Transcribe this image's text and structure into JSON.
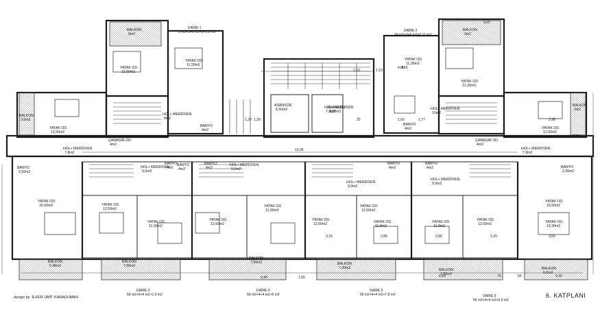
{
  "credit": "design by: İLKER ÜMİT KARADUMAN",
  "sheet_title": "6. KATPLANI",
  "rooms": [
    {
      "id": "r1",
      "name": "BALKON",
      "area": "9m2"
    },
    {
      "id": "r2",
      "name": "YATAK OD.",
      "area": "12,50m2"
    },
    {
      "id": "r3",
      "name": "YATAK OD.",
      "area": "11,50m2"
    },
    {
      "id": "r4",
      "name": "BANYO",
      "area": "4m2"
    },
    {
      "id": "r5",
      "name": "HOL+ MERDİVEN",
      "area": "8m2"
    },
    {
      "id": "r6",
      "name": "BALKON",
      "area": "3,0m2"
    },
    {
      "id": "r7",
      "name": "YATAK OD.",
      "area": "12,50m2"
    },
    {
      "id": "r8",
      "name": "ASANSÖR",
      "area": "6,50m2"
    },
    {
      "id": "r9",
      "name": "ASANSÖR",
      "area": "3,50m2"
    },
    {
      "id": "r10",
      "name": "YATAK OD.",
      "area": "11,36m2"
    },
    {
      "id": "r11",
      "name": "YATAK OD.",
      "area": "12,36m2"
    },
    {
      "id": "r12",
      "name": "BALKON",
      "area": "3m2"
    },
    {
      "id": "r13",
      "name": "BANYO",
      "area": "4m2"
    },
    {
      "id": "r14",
      "name": "HOL+ MERDİVEN",
      "area": "10m2"
    },
    {
      "id": "r15",
      "name": "YATAK OD.",
      "area": "12,50m2"
    },
    {
      "id": "r16",
      "name": "BALKON",
      "area": "3m2"
    },
    {
      "id": "r17",
      "name": "HOL+ MERDİVEN",
      "area": "7,8m2"
    },
    {
      "id": "r18",
      "name": "BANYO",
      "area": "3,30m2"
    },
    {
      "id": "r19",
      "name": "BANYO",
      "area": "3,50m2"
    },
    {
      "id": "r20",
      "name": "HOL+ MERDİVEN",
      "area": "7,8m2"
    },
    {
      "id": "r21",
      "name": "YATAK OD.",
      "area": "16,50m2"
    },
    {
      "id": "r22",
      "name": "BALKON",
      "area": "6,46m2"
    },
    {
      "id": "r23",
      "name": "YATAK OD.",
      "area": "12,50m2"
    },
    {
      "id": "r24",
      "name": "BALKON",
      "area": "7,50m2"
    },
    {
      "id": "r25",
      "name": "YATAK OD.",
      "area": "11,50m2"
    },
    {
      "id": "r26",
      "name": "BANYO",
      "area": "4m2"
    },
    {
      "id": "r27",
      "name": "HOL+ MERDİVEN",
      "area": "9,0m2"
    },
    {
      "id": "r28",
      "name": "YATAK OD.",
      "area": "11,50m2"
    },
    {
      "id": "r29",
      "name": "BALKON",
      "area": "7,50m2"
    },
    {
      "id": "r30",
      "name": "YATAK OD.",
      "area": "12,50m2"
    },
    {
      "id": "r31",
      "name": "BANYO",
      "area": "4m2"
    },
    {
      "id": "r32",
      "name": "HOL+ MERDİVEN",
      "area": "9,0m2"
    },
    {
      "id": "r33",
      "name": "YATAK OD.",
      "area": "12,50m2"
    },
    {
      "id": "r34",
      "name": "BALKON",
      "area": "7,50m2"
    },
    {
      "id": "r35",
      "name": "YATAK OD.",
      "area": "11,8m2"
    },
    {
      "id": "r36",
      "name": "HOL+ MERDİVEN",
      "area": "9,0m2"
    },
    {
      "id": "r37",
      "name": "BANYO",
      "area": "4m2"
    },
    {
      "id": "r38",
      "name": "YATAK OD.",
      "area": "11,8m2"
    },
    {
      "id": "r39",
      "name": "BANYO",
      "area": "4m2"
    },
    {
      "id": "r40",
      "name": "HOL+ MERDİVEN",
      "area": "9,0m2"
    },
    {
      "id": "r41",
      "name": "YATAK OD.",
      "area": "12,50m2"
    },
    {
      "id": "r42",
      "name": "BALKON",
      "area": "7,50m2"
    },
    {
      "id": "r43",
      "name": "YATAK OD.",
      "area": "16,50m2"
    },
    {
      "id": "r44",
      "name": "YATAK OD.",
      "area": "19,30m2"
    },
    {
      "id": "r45",
      "name": "BALKON",
      "area": "6,0m2"
    },
    {
      "id": "r46",
      "name": "ÇAMAŞIR OD.",
      "area": "4m2"
    },
    {
      "id": "r47",
      "name": "ÇAMAŞIR OD.",
      "area": "4m2"
    },
    {
      "id": "r48",
      "name": "HOL+ MERDİVEN",
      "area": "7,8m2"
    },
    {
      "id": "r49",
      "name": "BANYO",
      "area": "4m2"
    },
    {
      "id": "r50",
      "name": "YATAK OD.",
      "area": "12,50m2"
    }
  ],
  "unit_labels": {
    "top_left": "DAİRE 1",
    "top_right": "DAİRE 2",
    "bottom_1": "DAİRE 3",
    "bottom_2": "DAİRE 4",
    "bottom_3": "DAİRE 5",
    "bottom_4": "DAİRE 6"
  },
  "unit_areas": {
    "top_left": "9 m2+3+6 m2+3+1,0 m2",
    "top_right": "24 m2+3+6 m2+2,11 m2",
    "bottom_1": "56 m2+5+4 m2+1,0 m2",
    "bottom_2": "56 m2+4+4 m2+6 m2",
    "bottom_3": "56 m2+4+4 m2+7,8 m2",
    "bottom_4": "56 m2+4+4 m2+6,0 m2"
  },
  "dimensions": [
    "5,60",
    "2,10",
    "1,10",
    "4,00",
    "10,95",
    "1,20",
    "1,55",
    "2,95",
    "3,65",
    "3,15",
    "2,85",
    "2,80",
    "3,20",
    "4,60",
    "9,30",
    "1,60",
    "1,77",
    "20",
    "70",
    "50",
    "4,15",
    "2,95",
    "1,30",
    "0,40"
  ]
}
